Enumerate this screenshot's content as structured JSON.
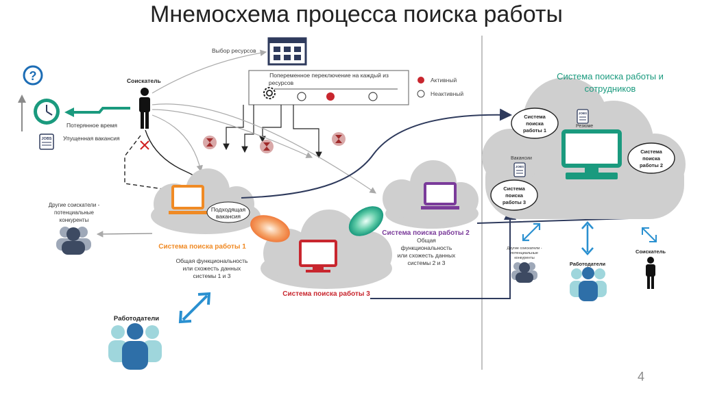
{
  "title": "Мнемосхема процесса поиска работы",
  "page_number": "4",
  "left": {
    "resource_choice": "Выбор ресурсов",
    "switch_box_text": [
      "Попеременное переключение на каждый из",
      "ресурсов"
    ],
    "legend_active": "Активный",
    "legend_inactive": "Неактивный",
    "seeker_label": "Соискатель",
    "lost_time": "Потерянное время",
    "missed_vacancy": "Упущенная вакансия",
    "jobs_label": "JOBS",
    "competitors": [
      "Другие соискатели -",
      "потенциальные",
      "конкуренты"
    ],
    "suitable_vacancy": [
      "Подходящая",
      "вакансия"
    ],
    "system1": "Система поиска работы 1",
    "system2": "Система поиска работы 2",
    "system3": "Система поиска работы 3",
    "common13": [
      "Общая функциональность",
      "или схожесть данных",
      "системы 1 и 3"
    ],
    "common23": [
      "Общая",
      "функциональность",
      "или схожесть данных",
      "системы 2 и 3"
    ],
    "employers": "Работодатели"
  },
  "right": {
    "cloud_title": [
      "Система поиска работы и",
      "сотрудников"
    ],
    "sub1": [
      "Система",
      "поиска",
      "работы 1"
    ],
    "sub2": [
      "Система",
      "поиска",
      "работы 2"
    ],
    "sub3": [
      "Система",
      "поиска",
      "работы 3"
    ],
    "resume": "Резюме",
    "vacancies": "Вакансии",
    "jobs_label": "JOBS",
    "competitors": [
      "Другие соискатели -",
      "потенциальные",
      "конкуренты"
    ],
    "employers": "Работодатели",
    "seeker": "Соискатель"
  },
  "colors": {
    "teal": "#1a9a7e",
    "orange": "#f08a24",
    "purple": "#7a3b9a",
    "red": "#c8262e",
    "cloud": "#cfcfcf",
    "navy": "#2e3a5c",
    "blue": "#2a90d0",
    "person_dark": "#3d4a62",
    "person_light": "#9fd6dc"
  },
  "icons": [
    "question-icon",
    "clock-icon",
    "jobs-doc-icon",
    "gear-icon",
    "calendar-icon",
    "hourglass-icon",
    "laptop-icon",
    "monitor-icon",
    "person-icon",
    "group-icon",
    "double-arrow-icon"
  ]
}
